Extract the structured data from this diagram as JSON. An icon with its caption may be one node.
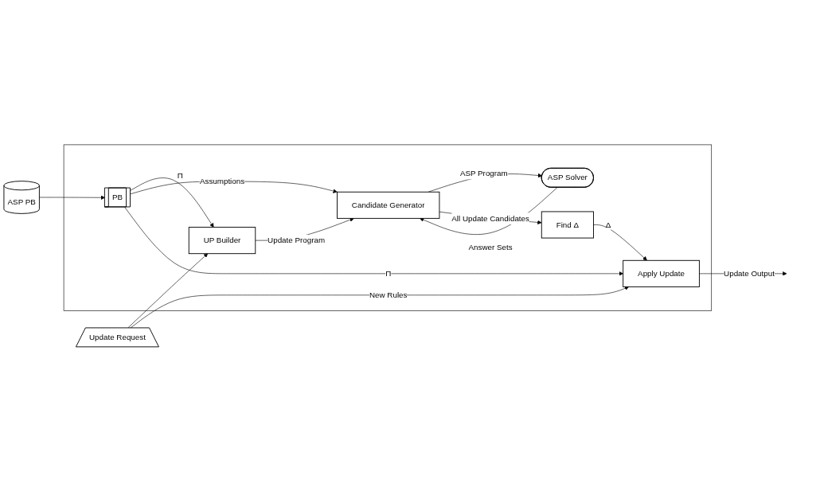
{
  "diagram": {
    "nodes": [
      {
        "text": [],
        "shape": "box"
      },
      {
        "text": [
          "Update Request"
        ]
      },
      {
        "text": [
          "ASP PB"
        ]
      },
      {
        "text": [
          "UP Builder"
        ],
        "in": 0
      },
      {
        "text": [
          "PB"
        ],
        "in": 0
      },
      {
        "text": [
          "Candidate Generator"
        ],
        "in": 0
      },
      {
        "text": [
          "ASP Solver"
        ],
        "in": 0
      },
      {
        "text": [
          "Apply Update"
        ],
        "in": 0
      },
      {
        "text": [
          "Find Δ"
        ],
        "in": 0
      }
    ],
    "edges": [
      {
        "from": 1,
        "to": 3,
        "arrow": "to"
      },
      {
        "from": 2,
        "to": 4,
        "arrow": "to"
      },
      {
        "from": 4,
        "to": 3,
        "label": "Π",
        "arrow": "to"
      },
      {
        "from": 3,
        "to": 5,
        "label": "Update Program",
        "arrow": "to"
      },
      {
        "from": 4,
        "to": 5,
        "label": "Assumptions",
        "arrow": "to"
      },
      {
        "from": 5,
        "to": 6,
        "label": "ASP Program",
        "arrow": "to"
      },
      {
        "from": 6,
        "to": 5,
        "label": "Answer Sets",
        "arrow": "to"
      },
      {
        "from": 5,
        "to": 8,
        "label": "All Update Candidates",
        "arrow": "to"
      },
      {
        "from": 4,
        "to": 7,
        "label": "Π",
        "arrow": "to"
      },
      {
        "from": 8,
        "to": 7,
        "label": "Δ",
        "arrow": "to"
      },
      {
        "from": 1,
        "to": 7,
        "label": "New Rules",
        "arrow": "to"
      },
      {
        "from": 7,
        "to": null,
        "label": "Update Output",
        "arrow": "to"
      }
    ]
  }
}
